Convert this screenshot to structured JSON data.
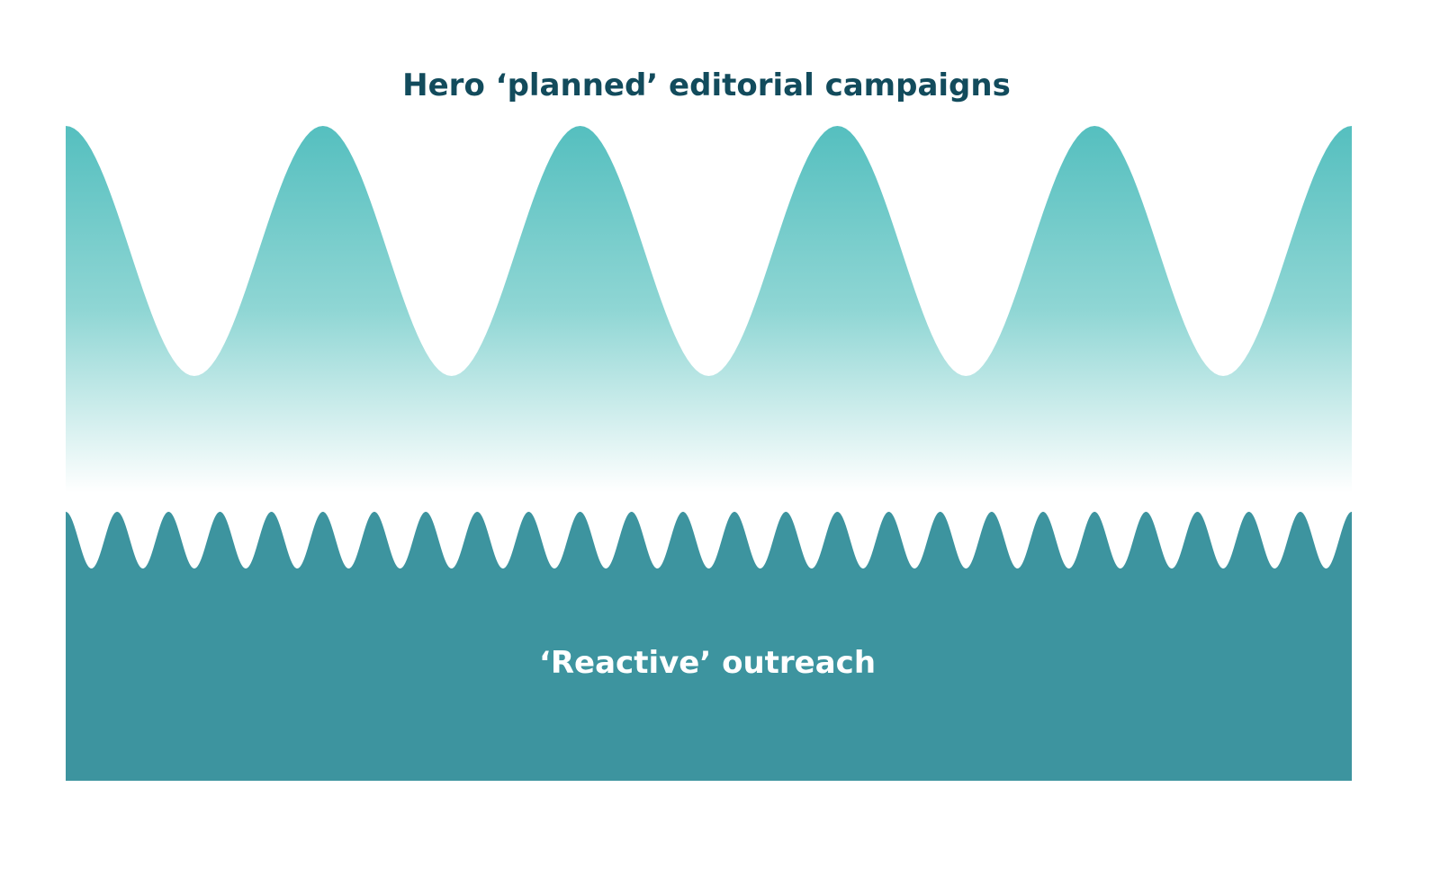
{
  "colors": {
    "background": "#ffffff",
    "planned_wave_top": "#55bfbf",
    "planned_wave_fade": "#ffffff",
    "reactive_fill": "#3d949f",
    "planned_title_text": "#124b5c",
    "reactive_label_text": "#ffffff"
  },
  "planned": {
    "title": "Hero ‘planned’ editorial campaigns",
    "wave_cycles": 5
  },
  "reactive": {
    "label": "‘Reactive’ outreach",
    "wave_cycles": 25
  }
}
